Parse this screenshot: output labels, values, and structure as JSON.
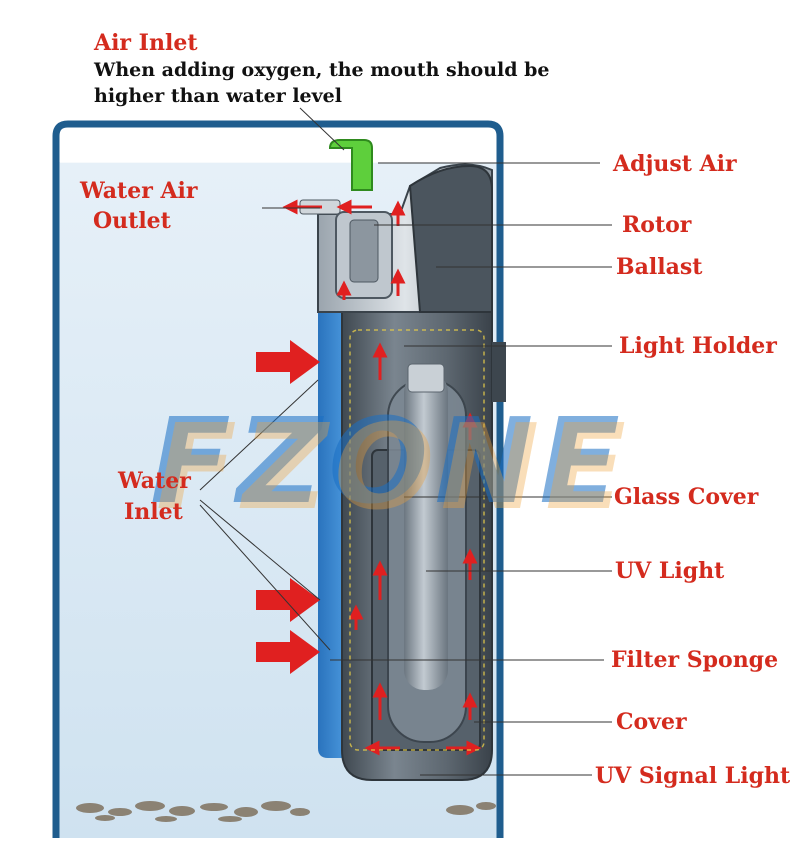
{
  "labels": {
    "air_inlet": "Air Inlet",
    "air_inlet_note_line1": "When adding oxygen, the mouth should be",
    "air_inlet_note_line2": "higher than water level",
    "water_air_outlet_line1": "Water Air",
    "water_air_outlet_line2": "Outlet",
    "adjust_air": "Adjust Air",
    "rotor": "Rotor",
    "ballast": "Ballast",
    "light_holder": "Light Holder",
    "water_inlet_line1": "Water",
    "water_inlet_line2": "Inlet",
    "glass_cover": "Glass Cover",
    "uv_light": "UV Light",
    "filter_sponge": "Filter Sponge",
    "cover": "Cover",
    "uv_signal_light": "UV Signal Light"
  },
  "watermark": {
    "text": "FZONE"
  },
  "colors": {
    "label_red": "#d42b1e",
    "arrow_red": "#e02020",
    "water": "#d6e8f4",
    "tank_border": "#1f5d8e",
    "filter_body": "#5f6b76",
    "blue_panel": "#2f80cc",
    "air_tube_green": "#5ecf3c",
    "watermark_blue": "#1a6fc4",
    "watermark_orange": "#f0a23a"
  }
}
